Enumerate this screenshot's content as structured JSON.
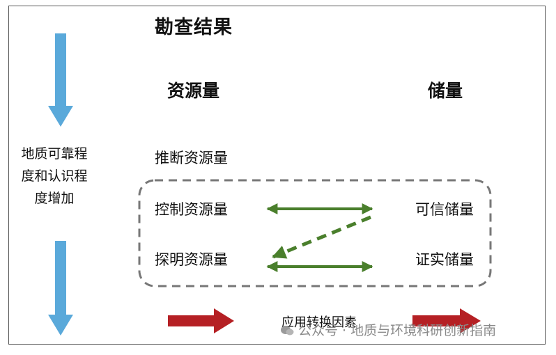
{
  "title": "勘查结果",
  "side_label": "地质可靠程度和认识程度增加",
  "headers": {
    "resources": "资源量",
    "reserves": "储量"
  },
  "inferred": "推断资源量",
  "left_items": {
    "indicated": "控制资源量",
    "measured": "探明资源量"
  },
  "right_items": {
    "probable": "可信储量",
    "proven": "证实储量"
  },
  "modifying_factors": "应用转换因素",
  "watermark": "公众号 · 地质与环境科研创新指南",
  "colors": {
    "down_arrow": "#5aa9da",
    "green_arrow": "#4a7f2c",
    "red_arrow": "#b52024",
    "dashed_box": "#777777"
  },
  "icons": [
    "down-arrow-icon",
    "double-arrow-icon",
    "dashed-arrow-icon",
    "right-arrow-icon",
    "wechat-icon"
  ]
}
